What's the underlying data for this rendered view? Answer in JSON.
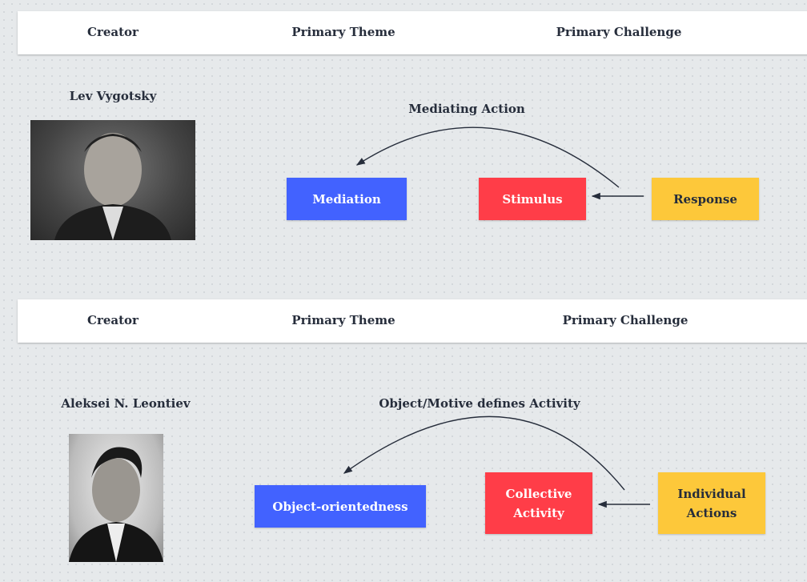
{
  "sections": [
    {
      "header": {
        "creator": "Creator",
        "theme": "Primary Theme",
        "challenge": "Primary Challenge"
      },
      "creator_name": "Lev Vygotsky",
      "arc_label": "Mediating Action",
      "boxes": {
        "theme": "Mediation",
        "middle": "Stimulus",
        "right": "Response"
      }
    },
    {
      "header": {
        "creator": "Creator",
        "theme": "Primary Theme",
        "challenge": "Primary Challenge"
      },
      "creator_name": "Aleksei N. Leontiev",
      "arc_label": "Object/Motive defines Activity",
      "boxes": {
        "theme": "Object-orientedness",
        "middle": "Collective Activity",
        "right": "Individual Actions"
      }
    }
  ],
  "colors": {
    "blue": "#4262ff",
    "red": "#ff3d48",
    "yellow": "#fdc83a"
  }
}
